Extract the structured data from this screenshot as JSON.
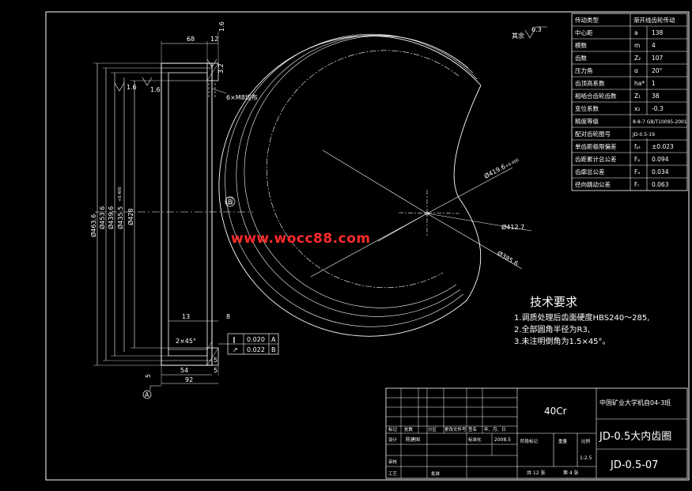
{
  "watermark": "www.wocc88.com",
  "parameter_table": {
    "header": [
      "传动类型",
      "渐开线齿轮传动"
    ],
    "rows": [
      [
        "中心距",
        "a",
        "138"
      ],
      [
        "模数",
        "m",
        "4"
      ],
      [
        "齿数",
        "Z₂",
        "107"
      ],
      [
        "压力角",
        "α",
        "20°"
      ],
      [
        "齿顶高系数",
        "ha*",
        "1"
      ],
      [
        "相啮合齿轮齿数",
        "Z₁",
        "38"
      ],
      [
        "变位系数",
        "x₂",
        "-0.3"
      ],
      [
        "精度等级",
        "8-8-7 GB/T10095-2001",
        ""
      ],
      [
        "配对齿轮图号",
        "JD-0.5-19",
        ""
      ],
      [
        "单齿距极限偏差",
        "fₚₜ",
        "±0.023"
      ],
      [
        "齿距累计总公差",
        "Fₚ",
        "0.094"
      ],
      [
        "齿廓总公差",
        "Fₐ",
        "0.034"
      ],
      [
        "径向跳动公差",
        "Fᵣ",
        "0.063"
      ]
    ]
  },
  "roughness_note": {
    "label": "其余",
    "value": "6.3"
  },
  "dimensions": {
    "d1": "Ø463.6",
    "d2": "Ø453.6",
    "d3": "Ø439.6",
    "d4": "Ø435.5",
    "d4_tol": "+0.400",
    "d4_tol2": "0",
    "d5": "Ø428",
    "w68": "68",
    "w12": "12",
    "r1": "1.6",
    "r2": "1.6",
    "r3": "3.2",
    "r4": "1.6",
    "holes": "6×M8均布",
    "w13": "13",
    "w8": "8",
    "w54": "54",
    "w92": "92",
    "w5a": "5",
    "w5b": "5",
    "w5c": "5",
    "chamfer": "2×45°",
    "datum_a": "A",
    "datum_b": "B",
    "circle_d1": "Ø419.6",
    "circle_d1_tol": "+0.400",
    "circle_d2": "Ø412.7",
    "circle_d3": "Ø385.6"
  },
  "tolerance_frame": [
    {
      "symbol": "∥",
      "value": "0.020",
      "datum": "A"
    },
    {
      "symbol": "↗",
      "value": "0.022",
      "datum": "B"
    }
  ],
  "tech_requirements": {
    "title": "技术要求",
    "items": [
      "1.调质处理后齿面硬度HBS240～285,",
      "2.全部圆角半径为R3,",
      "3.未注明倒角为1.5×45°。"
    ]
  },
  "title_block": {
    "material": "40Cr",
    "school": "中国矿业大学机自04-3班",
    "drawing_name": "JD-0.5大内齿圈",
    "drawing_no": "JD-0.5-07",
    "scale": "1:2.5",
    "sheets_total": "共 12 张",
    "sheet_no": "第 4 张",
    "date": "2008.5",
    "labels": [
      "标记",
      "处数",
      "分区",
      "更改文件号",
      "签名",
      "年、月、日",
      "设计",
      "标准化",
      "阶段标记",
      "重量",
      "比例",
      "审核",
      "工艺",
      "批准"
    ],
    "designer": "陈建国"
  }
}
